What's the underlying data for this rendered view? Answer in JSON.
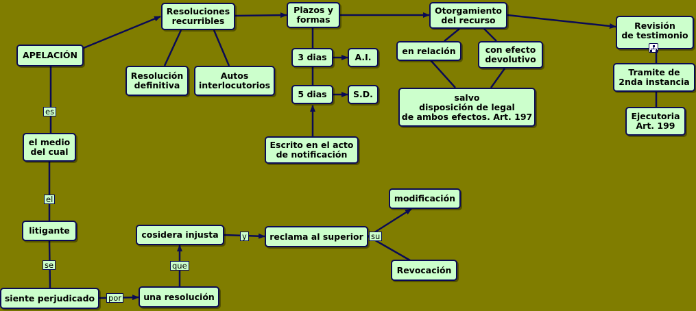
{
  "nodes": {
    "apelacion": "APELACIÓN",
    "resoluciones_recurribles": "Resoluciones\nrecurribles",
    "resolucion_definitiva": "Resolución\ndefinitiva",
    "autos_interlocutorios": "Autos\ninterlocutorios",
    "plazos_formas": "Plazos y\nformas",
    "tres_dias": "3 dias",
    "ai": "A.I.",
    "cinco_dias": "5 dias",
    "sd": "S.D.",
    "escrito": "Escrito en el acto\nde notificación",
    "otorgamiento": "Otorgamiento\ndel recurso",
    "en_relacion": "en relación",
    "con_efecto": "con efecto\ndevolutivo",
    "salvo": "salvo\ndisposición de legal\nde ambos efectos. Art. 197",
    "revision": "Revisión\nde testimonio",
    "tramite": "Tramite de\n2nda instancia",
    "ejecutoria": "Ejecutoria\nArt. 199",
    "medio": "el medio\ndel cual",
    "litigante": "litigante",
    "siente": "siente perjudicado",
    "una_resolucion": "una resolución",
    "cosidera": "cosidera injusta",
    "reclama": "reclama al superior",
    "modificacion": "modificación",
    "revocacion": "Revocación"
  },
  "link_labels": {
    "es": "es",
    "el": "el",
    "se": "se",
    "por": "por",
    "que": "que",
    "y": "y",
    "su": "su"
  },
  "colors": {
    "background": "#807d00",
    "node_fill": "#ccffcc",
    "line": "#0a0a55"
  },
  "icons": {
    "revision": "hierarchy-icon"
  }
}
